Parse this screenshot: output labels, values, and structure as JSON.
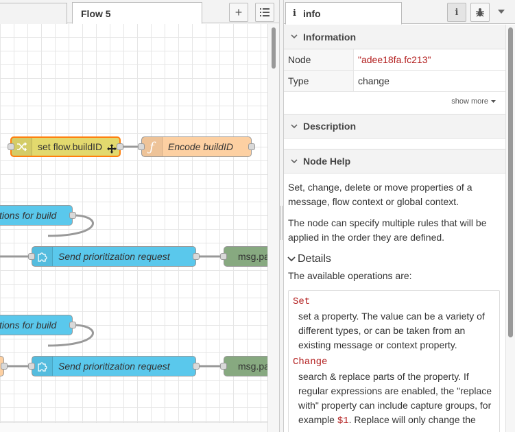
{
  "workspace": {
    "tab_title": "Flow 5",
    "add_flow_symbol": "+",
    "nodes": {
      "set_build": "set flow.buildID",
      "encode": "Encode buildID",
      "loop1": "tions for build",
      "send1": "Send prioritization request",
      "msg1": "msg.pa",
      "loop2": "tions for build",
      "send2": "Send prioritization request",
      "msg2": "msg.pa"
    }
  },
  "sidebar": {
    "tab_label": "info",
    "information": {
      "title": "Information",
      "rows": [
        {
          "key": "Node",
          "value": "\"adee18fa.fc213\""
        },
        {
          "key": "Type",
          "value": "change"
        }
      ],
      "show_more": "show more"
    },
    "description": {
      "title": "Description"
    },
    "node_help": {
      "title": "Node Help",
      "intro1": "Set, change, delete or move properties of a message, flow context or global context.",
      "intro2": "The node can specify multiple rules that will be applied in the order they are defined.",
      "details_title": "Details",
      "details_intro": "The available operations are:",
      "ops": [
        {
          "term": "Set",
          "desc": "set a property. The value can be a variety of different types, or can be taken from an existing message or context property."
        },
        {
          "term": "Change",
          "desc_before": "search & replace parts of the property. If regular expressions are enabled, the \"replace with\" property can include capture groups, for example ",
          "code": "$1",
          "desc_after": ". Replace will only change the type if there is a complete match."
        }
      ]
    }
  },
  "colors": {
    "change_node": "#e2d96e",
    "function_node": "#fdd0a2",
    "link_node": "#5ac8ec",
    "debug_node": "#87a980",
    "selected_outline": "#ff7f0e"
  }
}
